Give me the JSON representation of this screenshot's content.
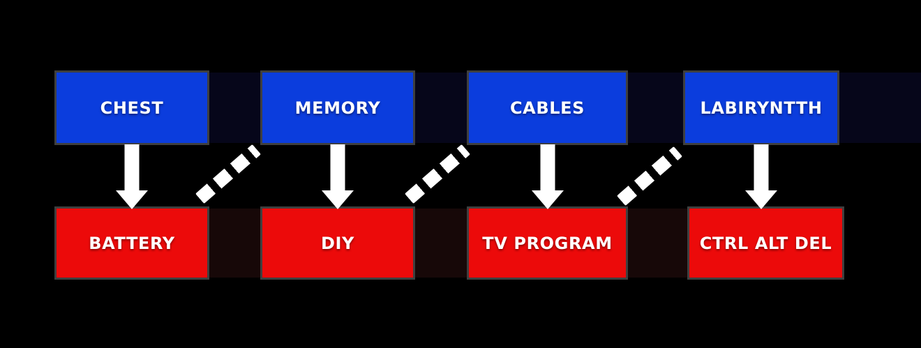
{
  "diagram": {
    "description": "Matching diagram: four blue term cards on top connected by white down-arrows to four red answer cards below, with white dashed diagonal separators between columns",
    "columns": [
      {
        "top": "CHEST",
        "bottom": "BATTERY"
      },
      {
        "top": "MEMORY",
        "bottom": "DIY"
      },
      {
        "top": "CABLES",
        "bottom": "TV PROGRAM"
      },
      {
        "top": "LABIRYNTTH",
        "bottom": "CTRL ALT DEL"
      }
    ],
    "connectors": {
      "vertical_type": "down-arrow",
      "vertical_count": 4,
      "diagonal_type": "dashed-line",
      "diagonal_count": 3
    },
    "colors": {
      "background": "#000000",
      "top_card": "#0b3ddd",
      "bottom_card": "#ec0a0a",
      "card_outline": "#3f3f3f",
      "label_text": "#ffffff",
      "connector": "#ffffff",
      "top_gap_strip": "#06061a",
      "bottom_gap_strip": "#170808"
    }
  }
}
